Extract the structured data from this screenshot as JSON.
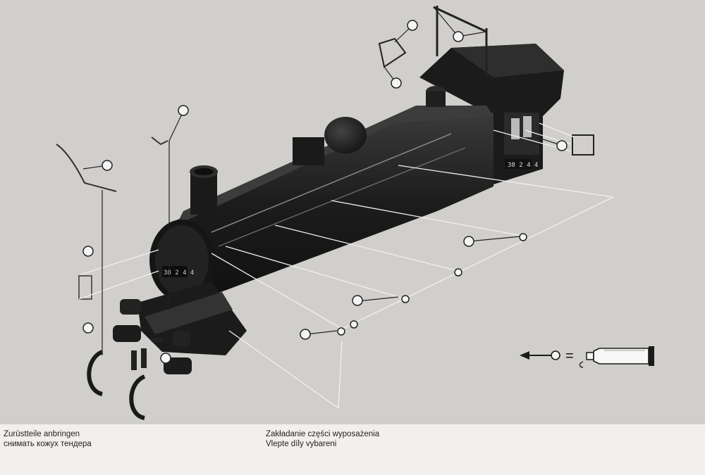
{
  "illustration": {
    "subject": "locomotive-exploded-view",
    "plate_number": "38 2 4 4"
  },
  "legend": {
    "symbol": "glue-tube-icon",
    "equals_sign": "="
  },
  "captions": {
    "left": {
      "line1": "Zurüstteile anbringen",
      "line2": "снимать кожух тендера"
    },
    "right": {
      "line1": "Zakładanie części wyposażenia",
      "line2": "Vlepte díly vybareni"
    }
  }
}
